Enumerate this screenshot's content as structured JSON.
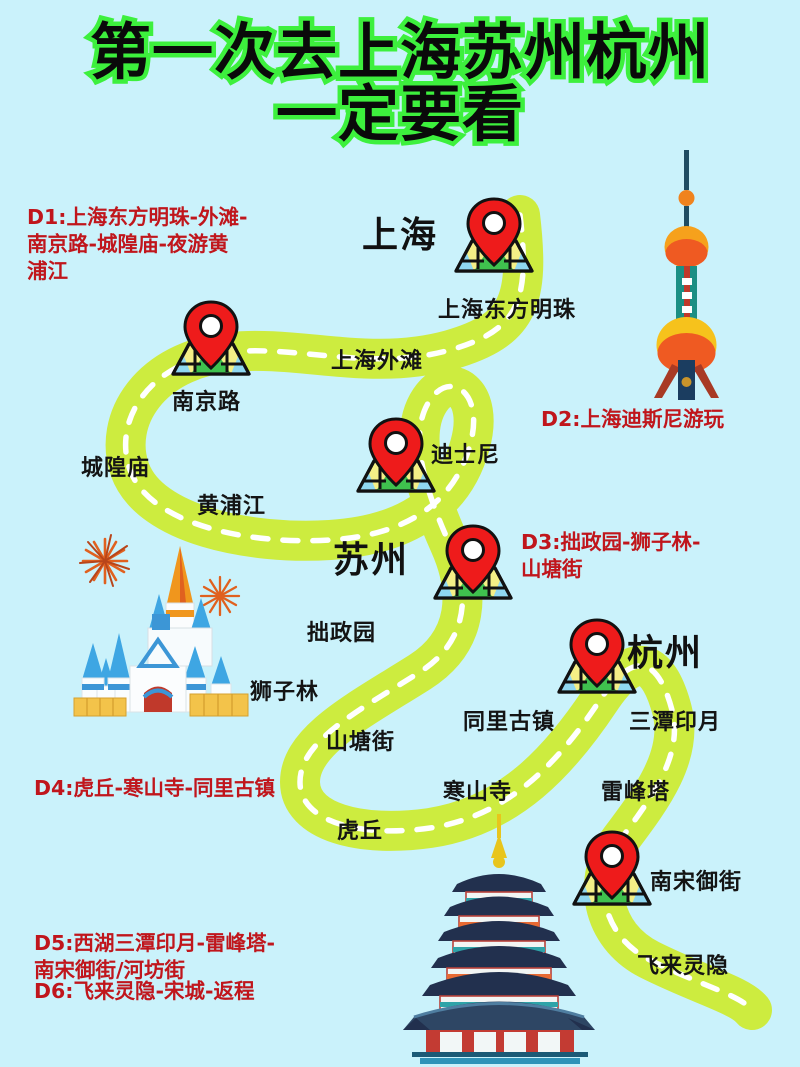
{
  "background_color": "#caf2fb",
  "accent_colors": {
    "title_stroke_green": "#3df03d",
    "title_fill_black": "#0a0a0a",
    "road_green": "#cdec3f",
    "day_text_red": "#c0161c",
    "marker_red": "#ee1b1b",
    "label_black": "#141414"
  },
  "title": {
    "line1": "第一次去上海苏州杭州",
    "line2": "一定要看"
  },
  "day_plans": [
    {
      "id": "D1",
      "label": "D1:",
      "text": "D1:上海东方明珠-外滩-\n南京路-城隍庙-夜游黄\n浦江"
    },
    {
      "id": "D2",
      "label": "D2:",
      "text": "D2:上海迪斯尼游玩"
    },
    {
      "id": "D3",
      "label": "D3:",
      "text": "D3:拙政园-狮子林-\n山塘街"
    },
    {
      "id": "D4",
      "label": "D4:",
      "text": "D4:虎丘-寒山寺-同里古镇"
    },
    {
      "id": "D5",
      "label": "D5:",
      "text": "D5:西湖三潭印月-雷峰塔-\n南宋御街/河坊街"
    },
    {
      "id": "D6",
      "label": "D6:",
      "text": "D6:飞来灵隐-宋城-返程"
    }
  ],
  "cities": [
    {
      "name": "上海",
      "id": "shanghai"
    },
    {
      "name": "苏州",
      "id": "suzhou"
    },
    {
      "name": "杭州",
      "id": "hangzhou"
    }
  ],
  "places": [
    {
      "name": "上海东方明珠",
      "id": "oriental-pearl-tower"
    },
    {
      "name": "上海外滩",
      "id": "the-bund"
    },
    {
      "name": "南京路",
      "id": "nanjing-road"
    },
    {
      "name": "城隍庙",
      "id": "city-god-temple"
    },
    {
      "name": "黄浦江",
      "id": "huangpu-river"
    },
    {
      "name": "迪士尼",
      "id": "disneyland"
    },
    {
      "name": "拙政园",
      "id": "humble-administrators-garden"
    },
    {
      "name": "狮子林",
      "id": "lion-grove-garden"
    },
    {
      "name": "山塘街",
      "id": "shantang-street"
    },
    {
      "name": "虎丘",
      "id": "tiger-hill"
    },
    {
      "name": "寒山寺",
      "id": "hanshan-temple"
    },
    {
      "name": "同里古镇",
      "id": "tongli-ancient-town"
    },
    {
      "name": "三潭印月",
      "id": "three-pools-mirroring-moon"
    },
    {
      "name": "雷峰塔",
      "id": "leifeng-pagoda"
    },
    {
      "name": "南宋御街",
      "id": "southern-song-imperial-street"
    },
    {
      "name": "飞来灵隐",
      "id": "lingyin-temple"
    }
  ],
  "illustrations": [
    {
      "id": "oriental-pearl-tower-illustration",
      "name": "Oriental Pearl Tower"
    },
    {
      "id": "disney-castle-illustration",
      "name": "Disney Castle with fireworks"
    },
    {
      "id": "leifeng-pagoda-illustration",
      "name": "Leifeng Pagoda"
    }
  ],
  "markers": [
    {
      "id": "marker-shanghai"
    },
    {
      "id": "marker-nanjing-road"
    },
    {
      "id": "marker-disneyland"
    },
    {
      "id": "marker-suzhou"
    },
    {
      "id": "marker-hangzhou"
    },
    {
      "id": "marker-southern-song-street"
    }
  ]
}
